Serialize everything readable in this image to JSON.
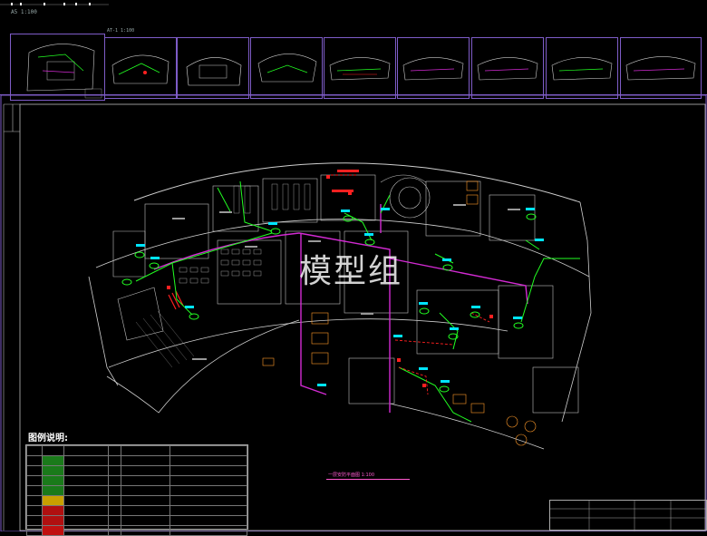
{
  "header": {
    "scale_a": "A5 1:100"
  },
  "thumbnails": {
    "second_label": "AT-1  1:100"
  },
  "watermark": "模型组",
  "legend": {
    "title": "图例说明:"
  },
  "plan": {
    "caption": "一层安防平面图 1:100"
  },
  "colors": {
    "frame": "#7e5cc7",
    "plan_lines": "#cfcfcf",
    "green_route": "#22ff22",
    "magenta_route": "#d22ad2",
    "red_mark": "#ff2020"
  }
}
